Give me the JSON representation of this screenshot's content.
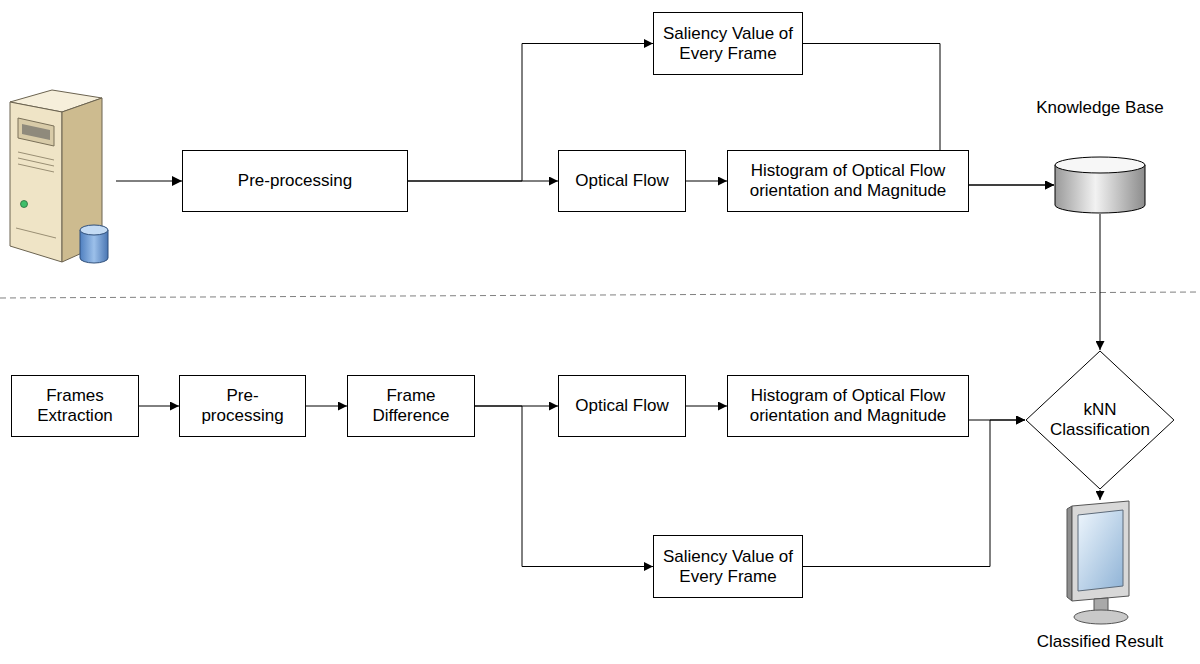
{
  "diagram": {
    "nodes": [
      {
        "text": [
          "Pre-processing"
        ]
      },
      {
        "text": [
          "Saliency Value of Every Frame"
        ]
      },
      {
        "text": [
          "Optical Flow"
        ]
      },
      {
        "text": [
          "Histogram of Optical Flow orientation and Magnitude"
        ]
      },
      {
        "text": [
          "Knowledge Base"
        ]
      },
      {
        "text": [
          "Frames Extraction"
        ]
      },
      {
        "text": [
          "Pre- processing"
        ]
      },
      {
        "text": [
          "Frame Difference"
        ]
      },
      {
        "text": [
          "Optical Flow"
        ]
      },
      {
        "text": [
          "Histogram of Optical Flow orientation and Magnitude"
        ]
      },
      {
        "text": [
          "kNN Classification"
        ]
      },
      {
        "text": [
          "Saliency Value of Every Frame"
        ]
      },
      {
        "text": [
          "Classified Result"
        ]
      }
    ],
    "edges": [
      {
        "from": 0,
        "to": 1,
        "arrow": "to"
      },
      {
        "from": 0,
        "to": 2,
        "arrow": "to"
      },
      {
        "from": 2,
        "to": 3,
        "arrow": "to"
      },
      {
        "from": 3,
        "to": 4,
        "arrow": "to"
      },
      {
        "from": 1,
        "to": 4,
        "arrow": "to"
      },
      {
        "from": 4,
        "to": 10,
        "arrow": "to"
      },
      {
        "from": 5,
        "to": 6,
        "arrow": "to"
      },
      {
        "from": 6,
        "to": 7,
        "arrow": "to"
      },
      {
        "from": 7,
        "to": 8,
        "arrow": "to"
      },
      {
        "from": 7,
        "to": 11,
        "arrow": "to"
      },
      {
        "from": 8,
        "to": 9,
        "arrow": "to"
      },
      {
        "from": 9,
        "to": 10,
        "arrow": "to"
      },
      {
        "from": 11,
        "to": 10,
        "arrow": "to"
      },
      {
        "from": 10,
        "to": 12,
        "arrow": "to"
      }
    ]
  }
}
